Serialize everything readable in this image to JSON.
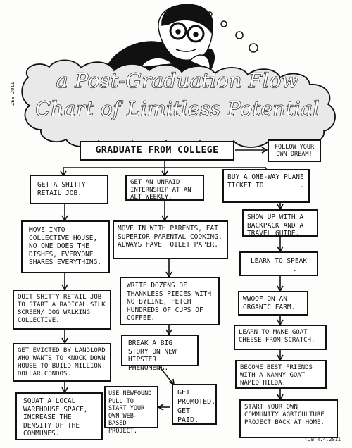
{
  "title": {
    "line1": "a Post-Graduation Flow",
    "line2": "Chart of Limitless Potential"
  },
  "signatures": {
    "side": "ZEE 2011",
    "bottom": "♡JB 4.4.2011"
  },
  "start": {
    "graduate": "GRADUATE FROM COLLEGE",
    "follow_dream": "FOLLOW YOUR OWN DREAM!"
  },
  "col1": [
    "GET A SHITTY RETAIL JOB.",
    "MOVE INTO COLLECTIVE HOUSE, NO ONE DOES THE DISHES, EVERYONE SHARES EVERYTHING.",
    "QUIT SHITTY RETAIL JOB TO START A RADICAL SILK SCREEN/ DOG WALKING COLLECTIVE.",
    "GET EVICTED BY LANDLORD WHO WANTS TO KNOCK DOWN HOUSE TO BUILD MILLION DOLLAR CONDOS.",
    "SQUAT A LOCAL WAREHOUSE SPACE, INCREASE THE DENSITY OF THE COMMUNES."
  ],
  "col2": [
    "GET AN UNPAID INTERNSHIP AT AN ALT WEEKLY.",
    "MOVE IN WITH PARENTS, EAT SUPERIOR PARENTAL COOKING, ALWAYS HAVE TOILET PAPER.",
    "WRITE DOZENS OF THANKLESS PIECES WITH NO BYLINE, FETCH HUNDREDS OF CUPS OF COFFEE.",
    "BREAK A BIG STORY ON NEW HIPSTER PHENOMENA.",
    "GET PROMOTED, GET PAID.",
    "USE NEWFOUND PULL TO START YOUR OWN WEB-BASED PROJECT."
  ],
  "col3": [
    "BUY A ONE-WAY PLANE TICKET TO ________.",
    "SHOW UP WITH A BACKPACK AND A TRAVEL GUIDE.",
    "LEARN TO SPEAK ________.",
    "WWOOF ON AN ORGANIC FARM.",
    "LEARN TO MAKE GOAT CHEESE FROM SCRATCH.",
    "BECOME BEST FRIENDS WITH A NANNY GOAT NAMED HILDA.",
    "START YOUR OWN COMMUNITY AGRICULTURE PROJECT BACK AT HOME."
  ]
}
